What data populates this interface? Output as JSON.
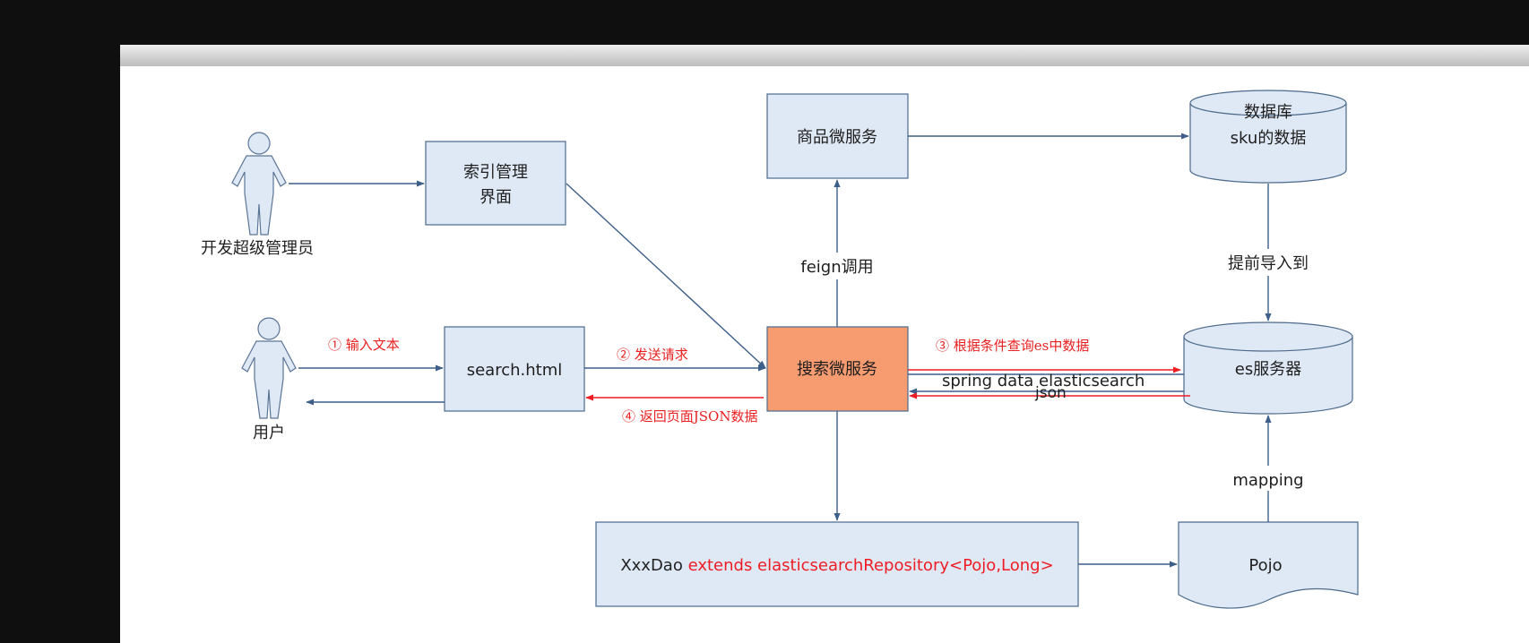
{
  "actors": {
    "admin": "开发超级管理员",
    "user": "用户"
  },
  "nodes": {
    "index_mgmt_line1": "索引管理",
    "index_mgmt_line2": "界面",
    "goods_service": "商品微服务",
    "database_line1": "数据库",
    "database_line2": "sku的数据",
    "search_html": "search.html",
    "search_service": "搜索微服务",
    "es_server": "es服务器",
    "dao_prefix": "XxxDao",
    "dao_suffix": " extends elasticsearchRepository<Pojo,Long>",
    "pojo": "Pojo"
  },
  "edges": {
    "feign": "feign调用",
    "preload": "提前导入到",
    "mapping": "mapping",
    "step1": "① 输入文本",
    "step2": "② 发送请求",
    "step3": "③ 根据条件查询es中数据",
    "step4": "④ 返回页面JSON数据",
    "spring_data": "spring data elasticsearch",
    "json": "json"
  },
  "colors": {
    "background": "#0f0f0f",
    "canvas": "#ffffff",
    "node_fill": "#dfe9f5",
    "highlight_fill": "#f79b70",
    "edge": "#3d5f8a",
    "red": "#ee1c24"
  }
}
